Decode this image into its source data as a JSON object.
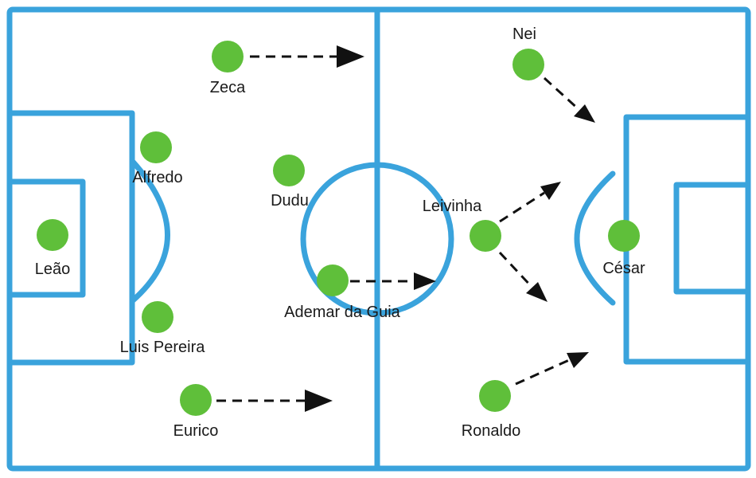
{
  "diagram": {
    "colors": {
      "field_lines": "#3aa3dc",
      "players": "#5fbf3a",
      "arrows": "#111111",
      "background": "#ffffff"
    },
    "players": [
      {
        "id": "leao",
        "name": "Leão"
      },
      {
        "id": "alfredo",
        "name": "Alfredo"
      },
      {
        "id": "luis-pereira",
        "name": "Luis Pereira"
      },
      {
        "id": "zeca",
        "name": "Zeca"
      },
      {
        "id": "dudu",
        "name": "Dudu"
      },
      {
        "id": "ademar-da-guia",
        "name": "Ademar da Guia"
      },
      {
        "id": "eurico",
        "name": "Eurico"
      },
      {
        "id": "nei",
        "name": "Nei"
      },
      {
        "id": "leivinha",
        "name": "Leivinha"
      },
      {
        "id": "cesar",
        "name": "César"
      },
      {
        "id": "ronaldo",
        "name": "Ronaldo"
      }
    ]
  }
}
